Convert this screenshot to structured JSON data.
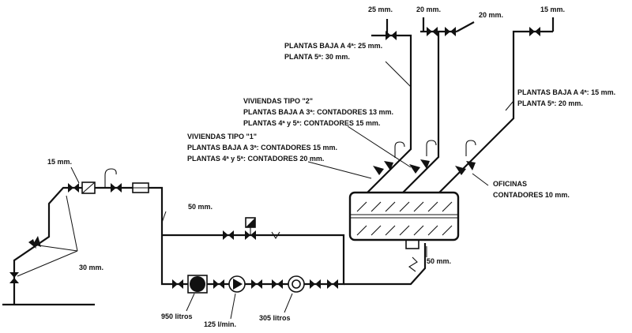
{
  "labels": {
    "top_25": "25 mm.",
    "top_20a": "20 mm.",
    "top_20b": "20 mm.",
    "top_15": "15 mm.",
    "note_plantas_baja_4_25": "PLANTAS BAJA A 4ª: 25 mm.",
    "note_planta_5_30": "PLANTA 5ª: 30 mm.",
    "note_plantas_baja_4_15": "PLANTAS BAJA A 4ª: 15 mm.",
    "note_planta_5_20": "PLANTA 5ª: 20 mm.",
    "viviendas_2_title": "VIVIENDAS TIPO \"2\"",
    "viviendas_2_line1": "PLANTAS BAJA A 3ª: CONTADORES 13 mm.",
    "viviendas_2_line2": "PLANTAS 4ª y 5ª: CONTADORES 15 mm.",
    "viviendas_1_title": "VIVIENDAS TIPO \"1\"",
    "viviendas_1_line1": "PLANTAS BAJA A 3ª: CONTADORES 15 mm.",
    "viviendas_1_line2": "PLANTAS 4ª y 5ª: CONTADORES 20 mm.",
    "oficinas_title": "OFICINAS",
    "oficinas_line1": "CONTADORES 10 mm.",
    "inlet_15": "15 mm.",
    "riser_30": "30 mm.",
    "main_50a": "50 mm.",
    "main_50b": "50 mm.",
    "tank_950": "950 litros",
    "pump_125": "125 l/min.",
    "tank_305": "305 litros"
  },
  "colors": {
    "ink": "#111111",
    "paper": "#ffffff"
  }
}
